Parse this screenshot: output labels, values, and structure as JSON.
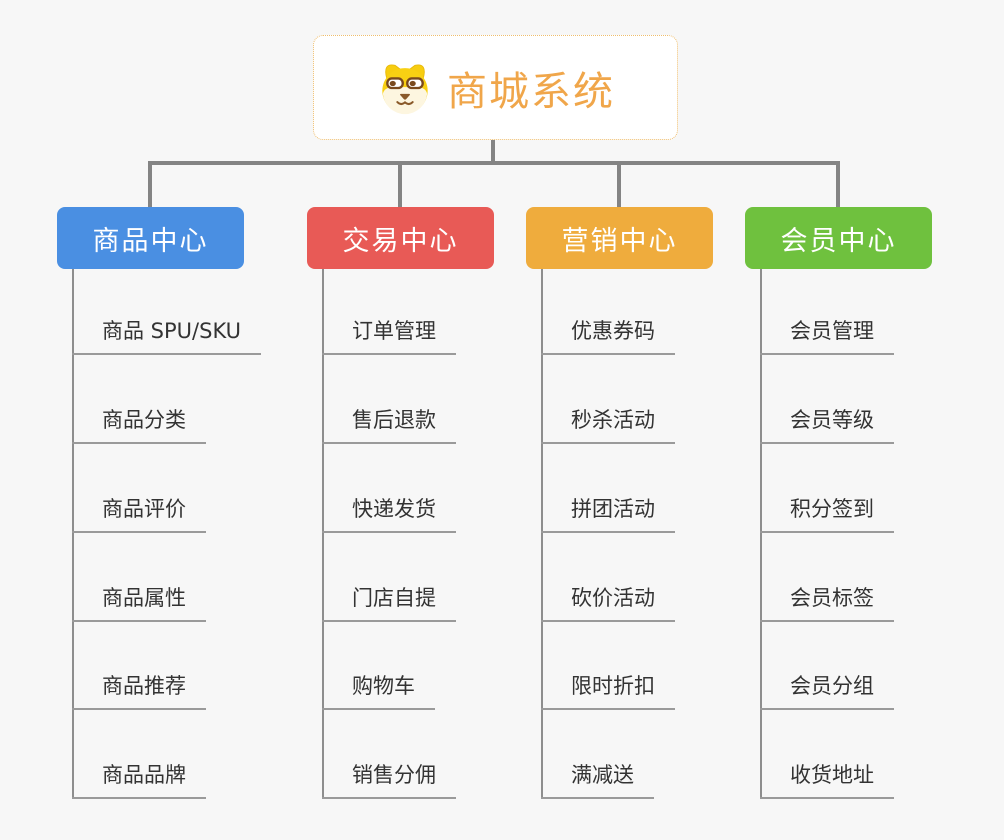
{
  "root": {
    "label": "商城系统",
    "icon": "dog-face-icon",
    "text_color": "#F0A64A",
    "border_color": "#EFBE6E",
    "background": "#FFFFFF"
  },
  "connector_color": "#848484",
  "leaf_line_color": "#9A9A9A",
  "leaf_text_color": "#333333",
  "canvas_background": "#F7F7F7",
  "branches": [
    {
      "label": "商品中心",
      "color": "#4A8FE2",
      "items": [
        "商品 SPU/SKU",
        "商品分类",
        "商品评价",
        "商品属性",
        "商品推荐",
        "商品品牌"
      ]
    },
    {
      "label": "交易中心",
      "color": "#E85A56",
      "items": [
        "订单管理",
        "售后退款",
        "快递发货",
        "门店自提",
        "购物车",
        "销售分佣"
      ]
    },
    {
      "label": "营销中心",
      "color": "#EFAC3D",
      "items": [
        "优惠券码",
        "秒杀活动",
        "拼团活动",
        "砍价活动",
        "限时折扣",
        "满减送"
      ]
    },
    {
      "label": "会员中心",
      "color": "#6FC13E",
      "items": [
        "会员管理",
        "会员等级",
        "积分签到",
        "会员标签",
        "会员分组",
        "收货地址"
      ]
    }
  ]
}
